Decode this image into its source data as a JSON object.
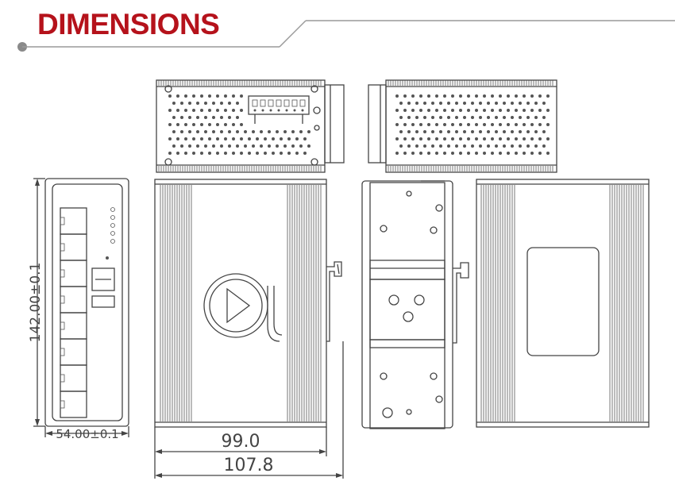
{
  "header": {
    "title": "DIMENSIONS",
    "accent_color": "#b5121b",
    "rule_color": "#9a9a9a"
  },
  "dimensions": {
    "height": "142.00±0.1",
    "width": "54.00±0.1",
    "depth_body": "99.0",
    "depth_total": "107.8"
  },
  "icons": {
    "logo": "play-triangle-logo-icon",
    "din_clip": "din-rail-clip-icon"
  }
}
